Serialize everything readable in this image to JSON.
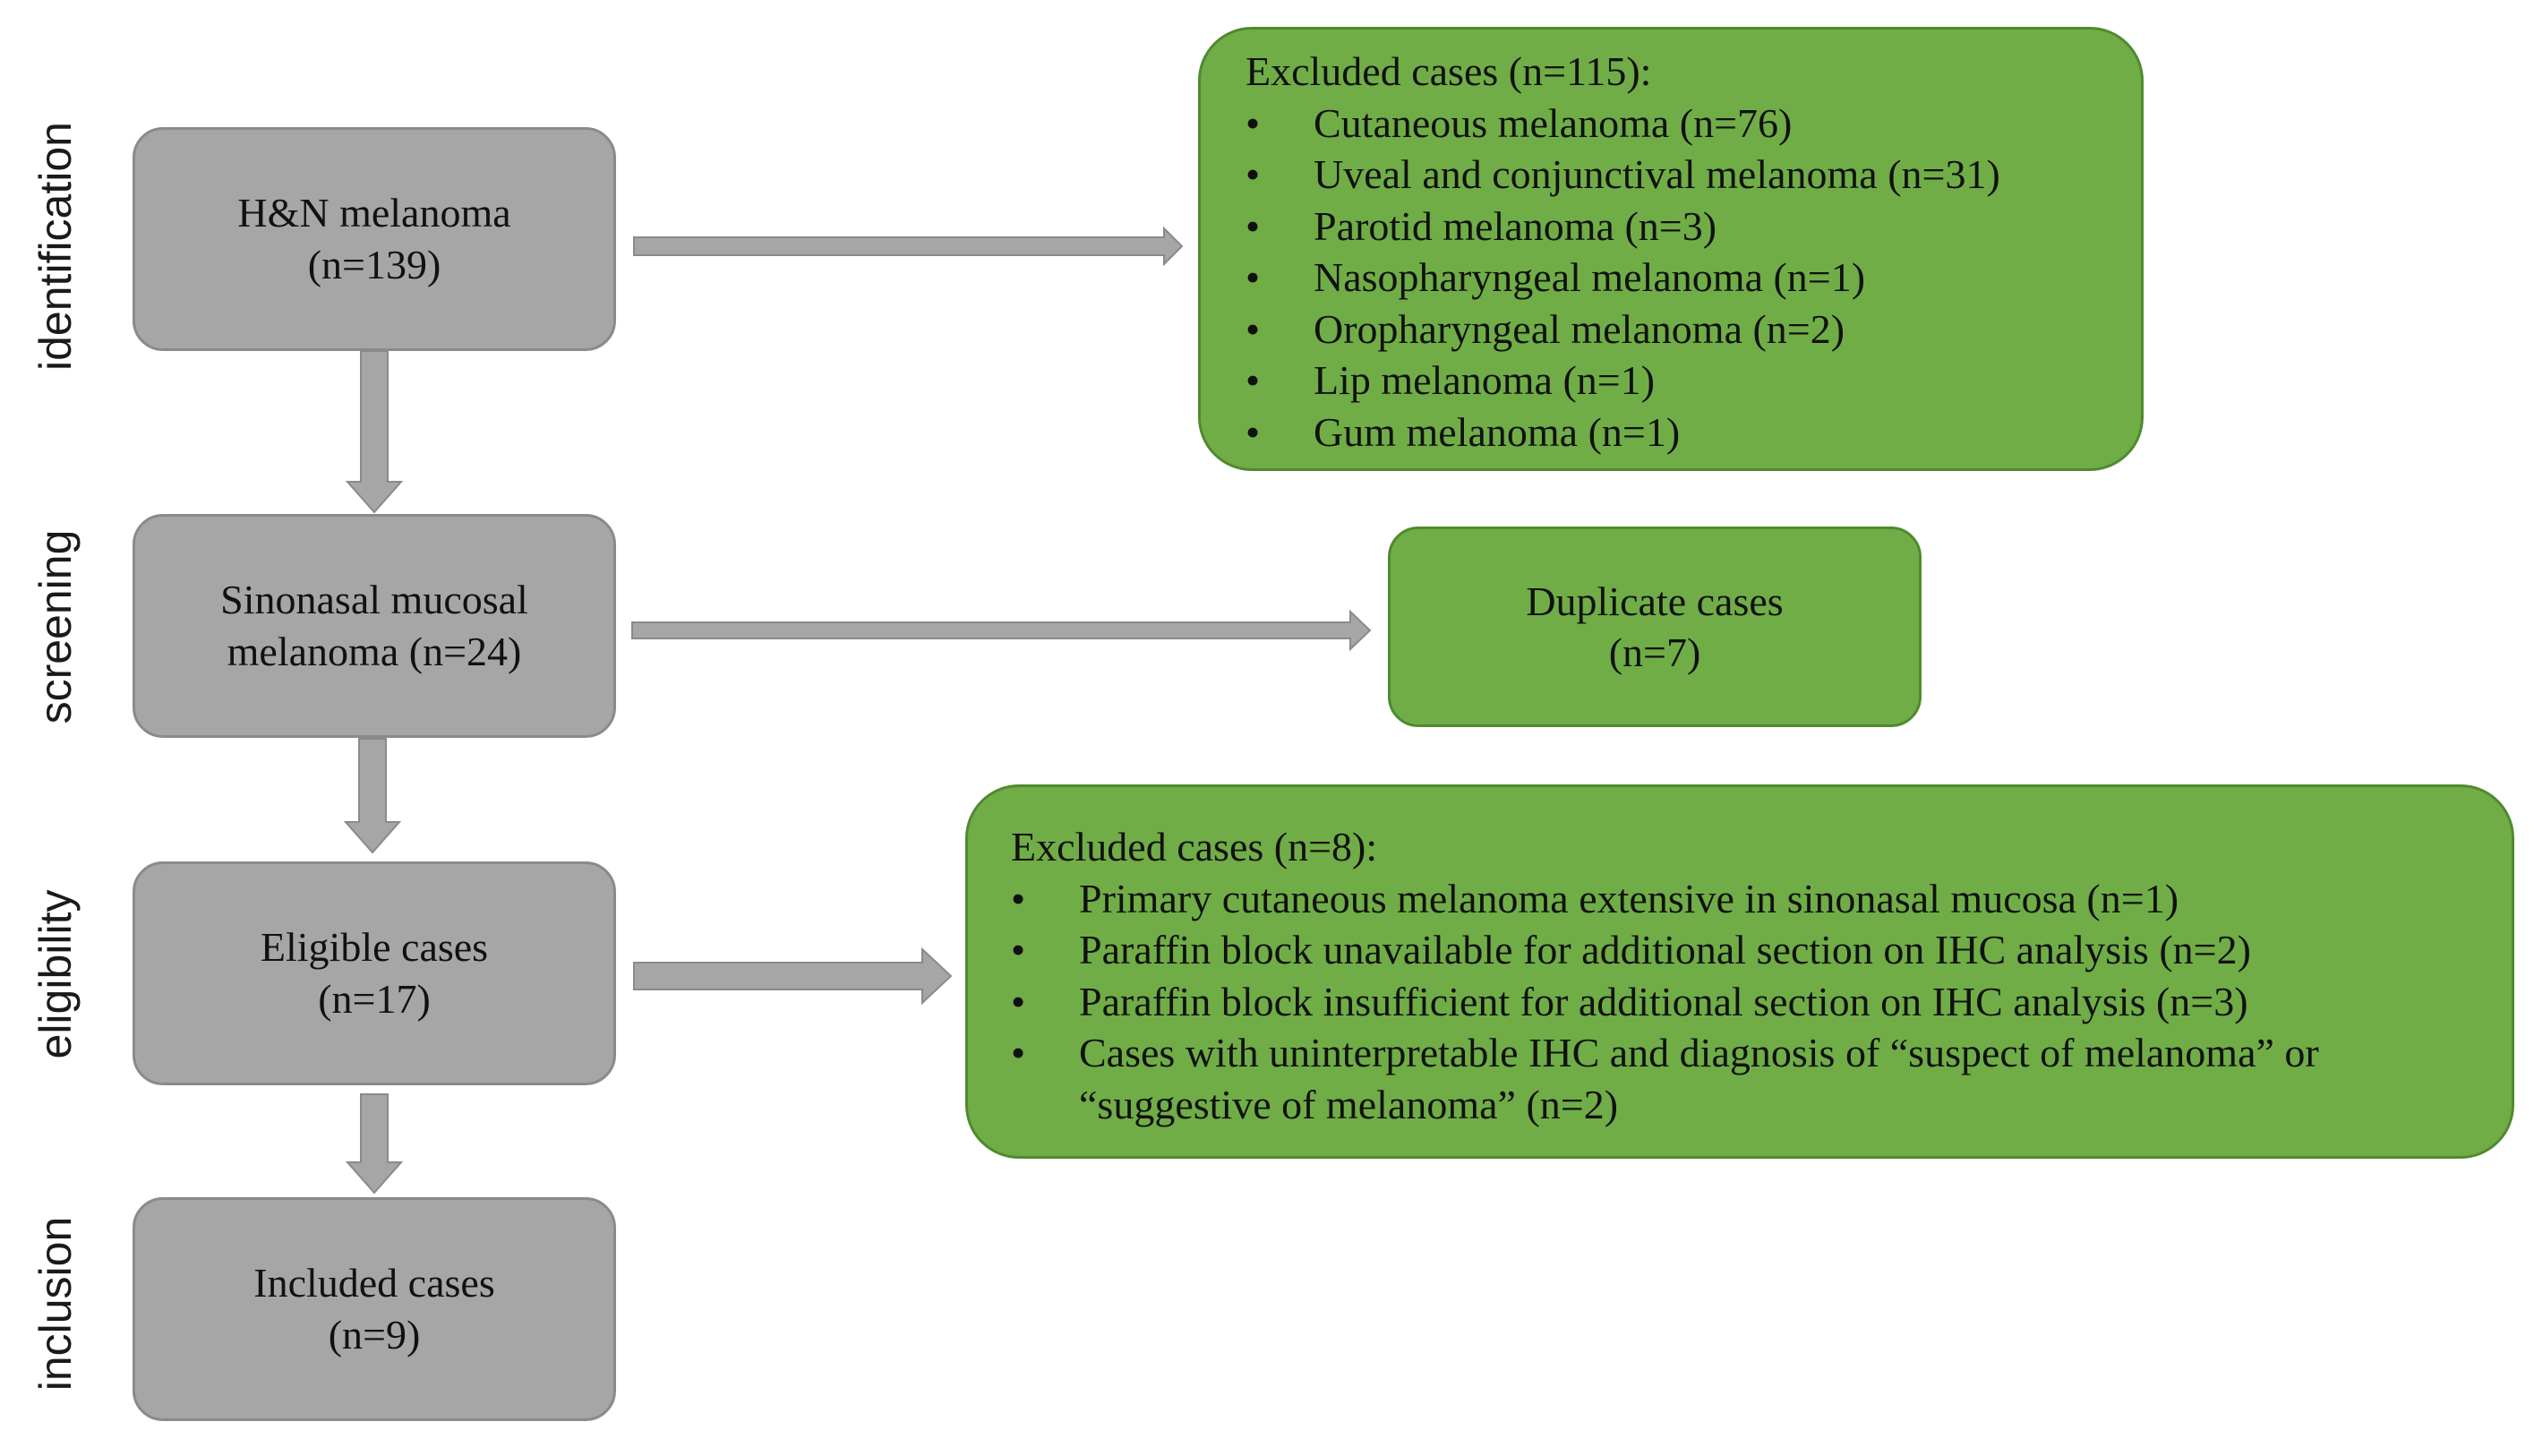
{
  "stages": {
    "identification": "identification",
    "screening": "screening",
    "eligibility": "eligibility",
    "inclusion": "inclusion"
  },
  "main_boxes": {
    "hn_melanoma": {
      "line1": "H&N melanoma",
      "line2": "(n=139)"
    },
    "sinonasal": {
      "line1": "Sinonasal mucosal",
      "line2": "melanoma (n=24)"
    },
    "eligible": {
      "line1": "Eligible cases",
      "line2": "(n=17)"
    },
    "included": {
      "line1": "Included cases",
      "line2": "(n=9)"
    }
  },
  "excluded_identification": {
    "title": "Excluded cases (n=115):",
    "items": [
      "Cutaneous melanoma (n=76)",
      "Uveal and conjunctival melanoma (n=31)",
      "Parotid melanoma (n=3)",
      "Nasopharyngeal melanoma (n=1)",
      "Oropharyngeal melanoma (n=2)",
      "Lip melanoma (n=1)",
      "Gum melanoma (n=1)"
    ]
  },
  "duplicates": {
    "line1": "Duplicate cases",
    "line2": "(n=7)"
  },
  "excluded_eligibility": {
    "title": "Excluded cases (n=8):",
    "items": [
      "Primary cutaneous melanoma extensive in sinonasal mucosa (n=1)",
      "Paraffin block unavailable for additional section on IHC analysis (n=2)",
      "Paraffin block insufficient for additional section on IHC analysis (n=3)",
      "Cases with uninterpretable IHC and diagnosis of “suspect of melanoma” or “suggestive of melanoma” (n=2)"
    ]
  },
  "bullet_symbol": "•",
  "colors": {
    "gray_box": "#a6a6a6",
    "green_box": "#70ad47",
    "arrow": "#a6a6a6"
  }
}
